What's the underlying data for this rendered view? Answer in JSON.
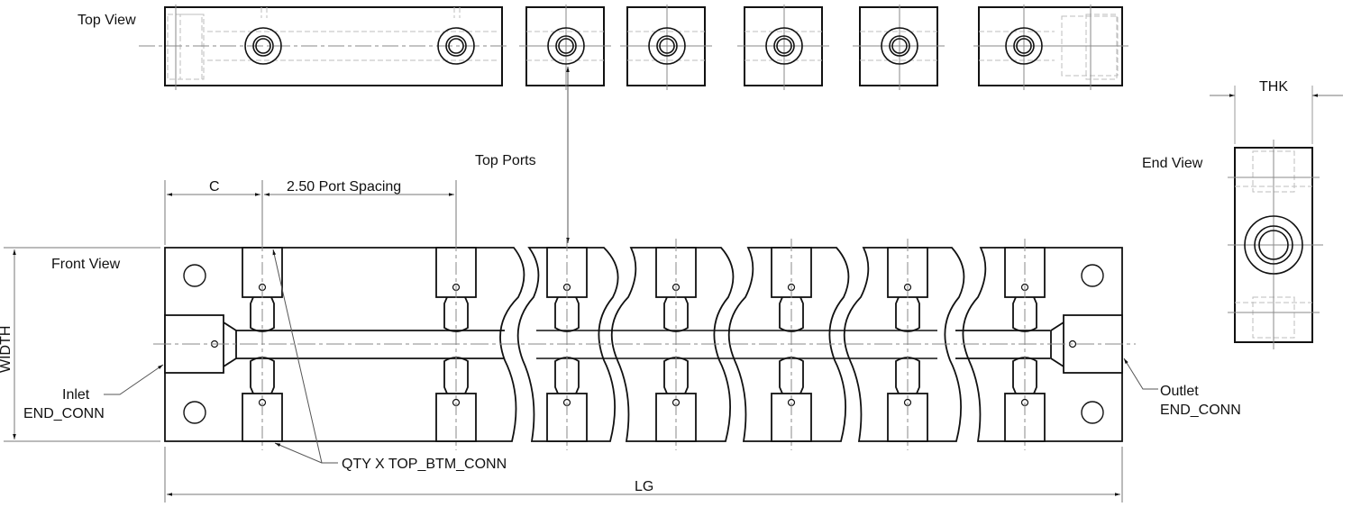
{
  "views": {
    "top_view": "Top View",
    "front_view": "Front View",
    "end_view": "End View"
  },
  "annotations": {
    "top_ports": "Top Ports",
    "inlet_line1": "Inlet",
    "inlet_line2": "END_CONN",
    "outlet_line1": "Outlet",
    "outlet_line2": "END_CONN",
    "top_btm_conn": "QTY X TOP_BTM_CONN"
  },
  "dimensions": {
    "c": "C",
    "port_spacing": "2.50 Port Spacing",
    "width": "WIDTH",
    "length": "LG",
    "thickness": "THK"
  },
  "colors": {
    "outline": "#111111",
    "hidden": "#bdbdbd",
    "center": "#8a8a8a",
    "dim": "#777777"
  }
}
